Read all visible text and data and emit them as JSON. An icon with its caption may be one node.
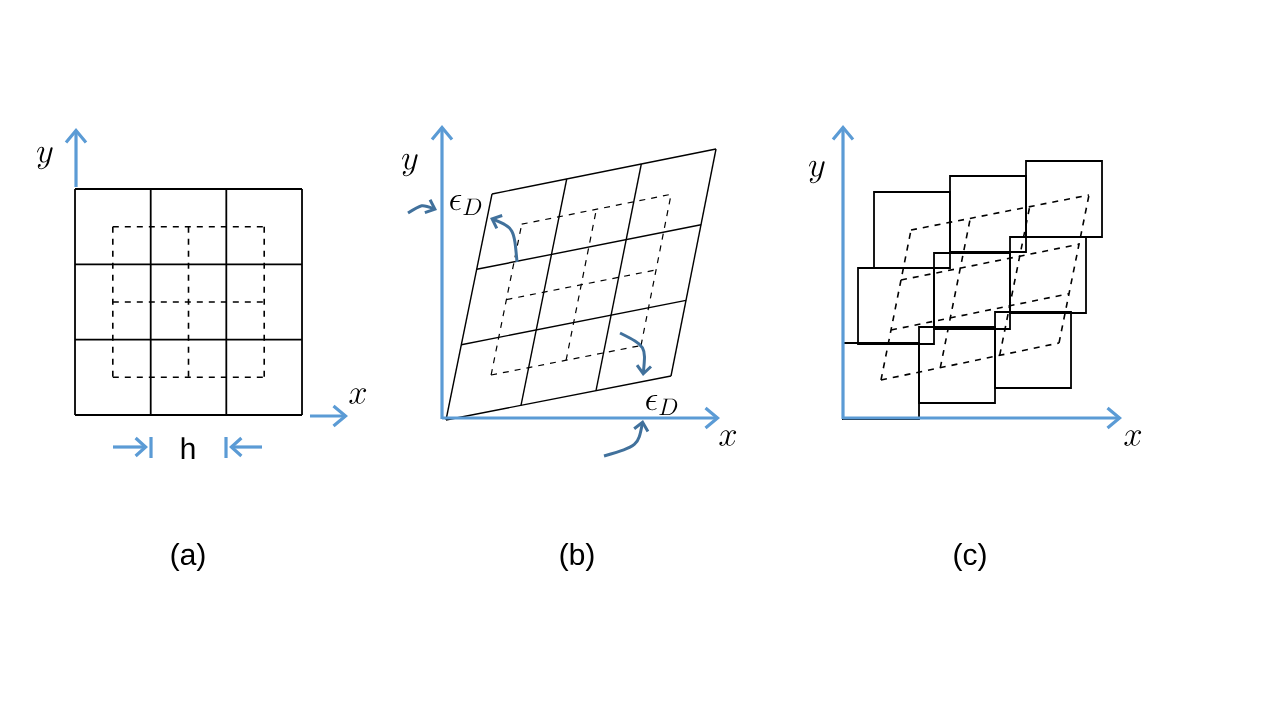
{
  "diagram": {
    "labels": [
      "y",
      "x",
      "h",
      "y",
      "\\epsilon_D",
      "\\epsilon_D",
      "x",
      "y",
      "x",
      "(a)",
      "(b)",
      "(c)"
    ]
  }
}
